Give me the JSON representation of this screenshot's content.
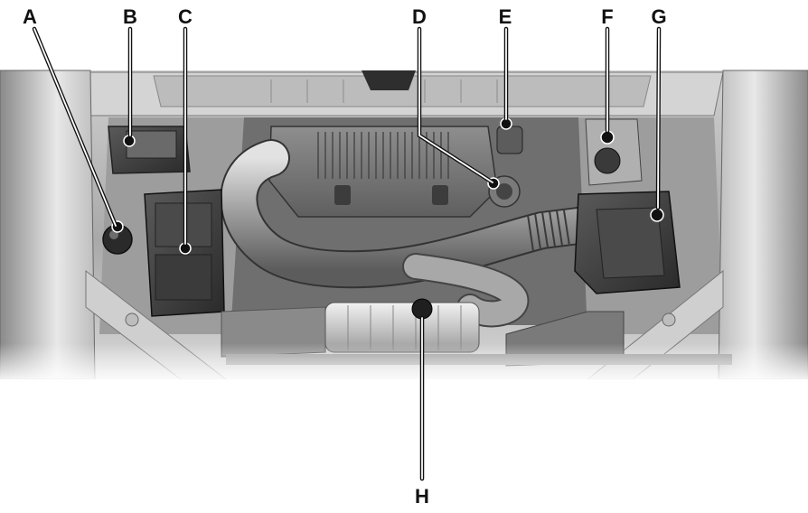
{
  "callouts": {
    "a": "A",
    "b": "B",
    "c": "C",
    "d": "D",
    "e": "E",
    "f": "F",
    "g": "G",
    "h": "H"
  }
}
